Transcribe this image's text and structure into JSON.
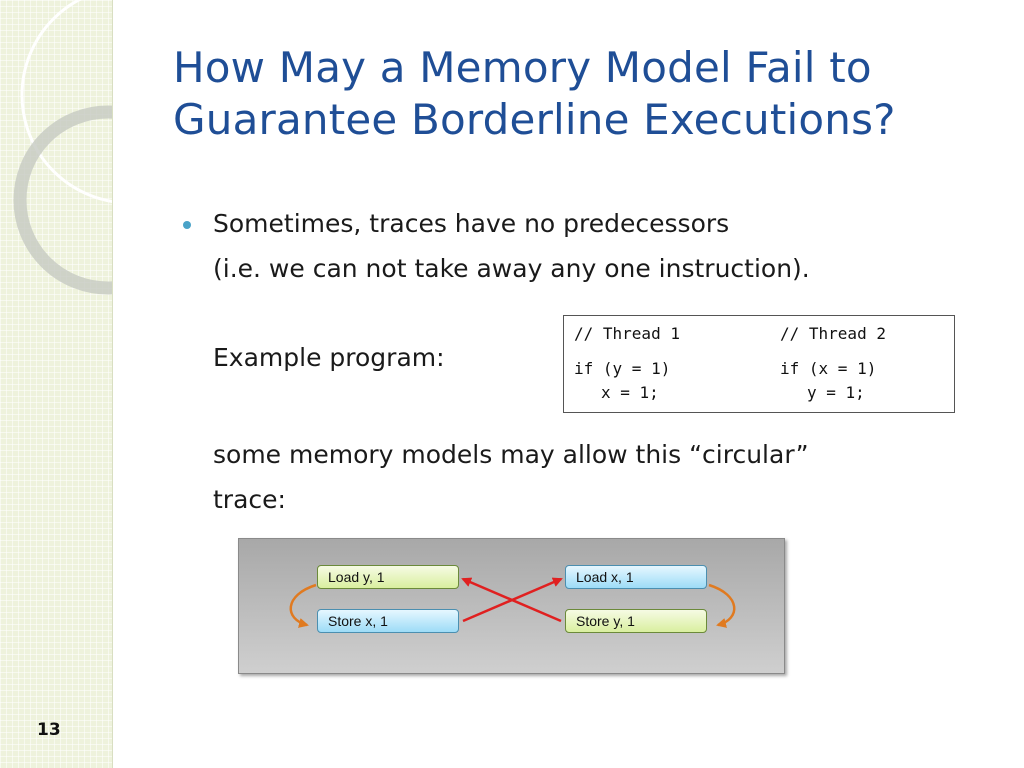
{
  "slide": {
    "title_line1": "How May a Memory Model Fail to",
    "title_line2": "Guarantee Borderline Executions?",
    "bullet_line1": "Sometimes, traces have no predecessors",
    "bullet_line2": "(i.e. we can not take away any one instruction).",
    "example_label": "Example program:",
    "circular_line1": "some memory models may allow this “circular”",
    "circular_line2": "trace:",
    "slide_number": "13"
  },
  "code": {
    "thread1_header": "// Thread 1",
    "thread2_header": "// Thread 2",
    "thread1_cond": "if (y = 1)",
    "thread2_cond": "if (x = 1)",
    "thread1_body": "x = 1;",
    "thread2_body": "y = 1;"
  },
  "trace": {
    "t1_load": "Load y, 1",
    "t1_store": "Store x, 1",
    "t2_load": "Load x, 1",
    "t2_store": "Store y, 1"
  },
  "colors": {
    "title": "#1f4e96",
    "arrow_red": "#e02020",
    "arrow_orange": "#e07a20",
    "bullet": "#4aa3c8"
  }
}
